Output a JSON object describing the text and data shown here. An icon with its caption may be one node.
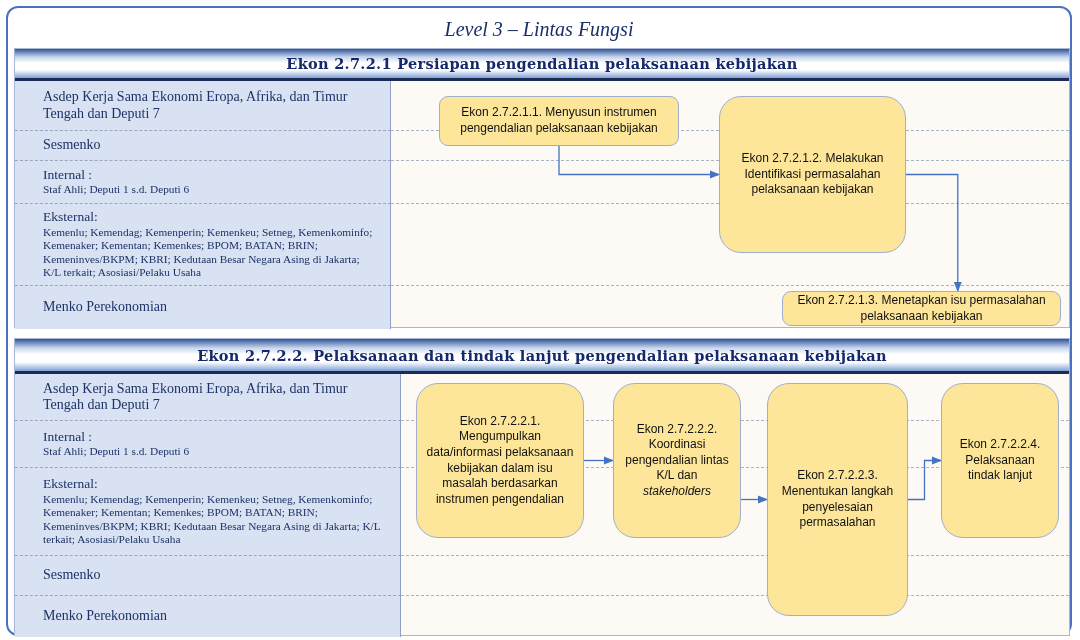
{
  "diagram": {
    "title": "Level 3 – Lintas Fungsi",
    "nodes": [
      {
        "text": [
          "Ekon 2.7.2.1 Persiapan pengendalian pelaksanaan kebijakan"
        ]
      },
      {
        "text": [
          "Asdep Kerja Sama Ekonomi Eropa, Afrika, dan Timur Tengah dan Deputi 7"
        ],
        "in": 0
      },
      {
        "text": [
          "Sesmenko"
        ],
        "in": 0
      },
      {
        "text": [
          "Internal :",
          "Staf Ahli; Deputi 1 s.d. Deputi 6"
        ],
        "in": 0
      },
      {
        "text": [
          "Eksternal:",
          "Kemenlu;  Kemendag; Kemenperin; Kemenkeu; Setneg, Kemenkominfo; Kemenaker; Kementan; Kemenkes; BPOM; BATAN; BRIN; Kemeninves/BKPM; KBRI; Kedutaan Besar Negara Asing di Jakarta;  K/L terkait; Asosiasi/Pelaku Usaha"
        ],
        "in": 0
      },
      {
        "text": [
          "Menko Perekonomian"
        ],
        "in": 0
      },
      {
        "text": [
          "Ekon 2.7.2.1.1.  Menyusun instrumen pengendalian pelaksanaan kebijakan"
        ],
        "in": 0
      },
      {
        "text": [
          "Ekon 2.7.2.1.2. Melakukan Identifikasi permasalahan pelaksanaan kebijakan"
        ],
        "in": 0
      },
      {
        "text": [
          "Ekon 2.7.2.1.3. Menetapkan isu permasalahan pelaksanaan kebijakan"
        ],
        "in": 0
      },
      {
        "text": [
          "Ekon 2.7.2.2. Pelaksanaan dan tindak lanjut pengendalian pelaksanaan kebijakan"
        ]
      },
      {
        "text": [
          "Asdep Kerja Sama Ekonomi Eropa, Afrika, dan Timur Tengah dan Deputi 7"
        ],
        "in": 9
      },
      {
        "text": [
          "Internal :",
          "Staf Ahli; Deputi 1 s.d. Deputi 6"
        ],
        "in": 9
      },
      {
        "text": [
          "Eksternal:",
          "Kemenlu;  Kemendag; Kemenperin; Kemenkeu; Setneg, Kemenkominfo; Kemenaker; Kementan; Kemenkes; BPOM; BATAN; BRIN; Kemeninves/BKPM; KBRI; Kedutaan Besar Negara Asing di Jakarta;  K/L terkait; Asosiasi/Pelaku Usaha"
        ],
        "in": 9
      },
      {
        "text": [
          "Sesmenko"
        ],
        "in": 9
      },
      {
        "text": [
          "Menko Perekonomian"
        ],
        "in": 9
      },
      {
        "text": [
          "Ekon 2.7.2.2.1. Mengumpulkan data/informasi pelaksanaan kebijakan dalam isu masalah berdasarkan instrumen pengendalian"
        ],
        "in": 9
      },
      {
        "text": [
          "Ekon 2.7.2.2.2. Koordinasi pengendalian lintas K/L dan *stakeholders*"
        ],
        "in": 9
      },
      {
        "text": [
          "Ekon 2.7.2.2.3. Menentukan langkah penyelesaian permasalahan"
        ],
        "in": 9
      },
      {
        "text": [
          "Ekon 2.7.2.2.4. Pelaksanaan tindak lanjut"
        ],
        "in": 9
      }
    ],
    "edges": [
      {
        "from": 6,
        "to": 7,
        "arrow": "to"
      },
      {
        "from": 7,
        "to": 8,
        "arrow": "to"
      },
      {
        "from": 15,
        "to": 16,
        "arrow": "to"
      },
      {
        "from": 16,
        "to": 17,
        "arrow": "to"
      },
      {
        "from": 17,
        "to": 18,
        "arrow": "to"
      }
    ]
  }
}
